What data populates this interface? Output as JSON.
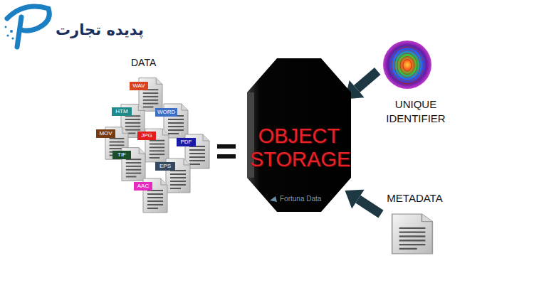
{
  "diagram": {
    "nodes": [
      {
        "text": [
          "OBJECT STORAGE",
          "Fortuna Data"
        ]
      },
      {
        "text": [
          "UNIQUE IDENTIFIER"
        ]
      },
      {
        "text": [
          "METADATA"
        ]
      }
    ],
    "edges": [
      {
        "from": 1,
        "to": 0,
        "arrow": "to"
      },
      {
        "from": 2,
        "to": 0,
        "arrow": "to"
      }
    ],
    "labels": [
      "پدیده تجارت",
      "DATA",
      "WAV",
      "HTM",
      "WORD",
      "MOV",
      "JPG",
      "PDF",
      "TIF",
      "EPS",
      "AAC"
    ]
  }
}
